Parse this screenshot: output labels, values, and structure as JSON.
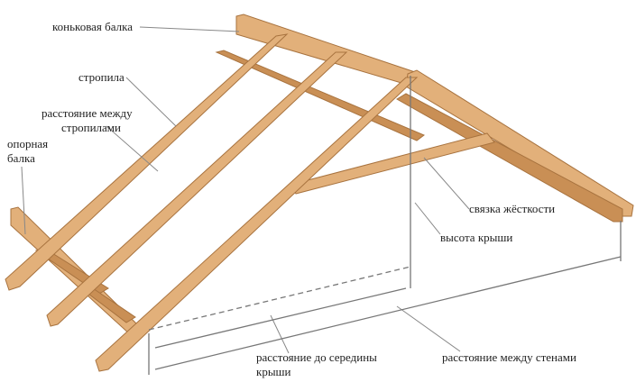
{
  "labels": {
    "ridge_beam": "коньковая балка",
    "rafters": "стропила",
    "rafter_spacing_1": "расстояние между",
    "rafter_spacing_2": "стропилами",
    "support_beam_1": "опорная",
    "support_beam_2": "балка",
    "tie_brace": "связка жёсткости",
    "roof_height": "высота крыши",
    "distance_to_middle_1": "расстояние до середины",
    "distance_to_middle_2": "крыши",
    "distance_between_walls": "расстояние между стенами"
  },
  "colors": {
    "wood": "#e2b07a",
    "wood_dark": "#c98f55",
    "line": "#777777"
  }
}
